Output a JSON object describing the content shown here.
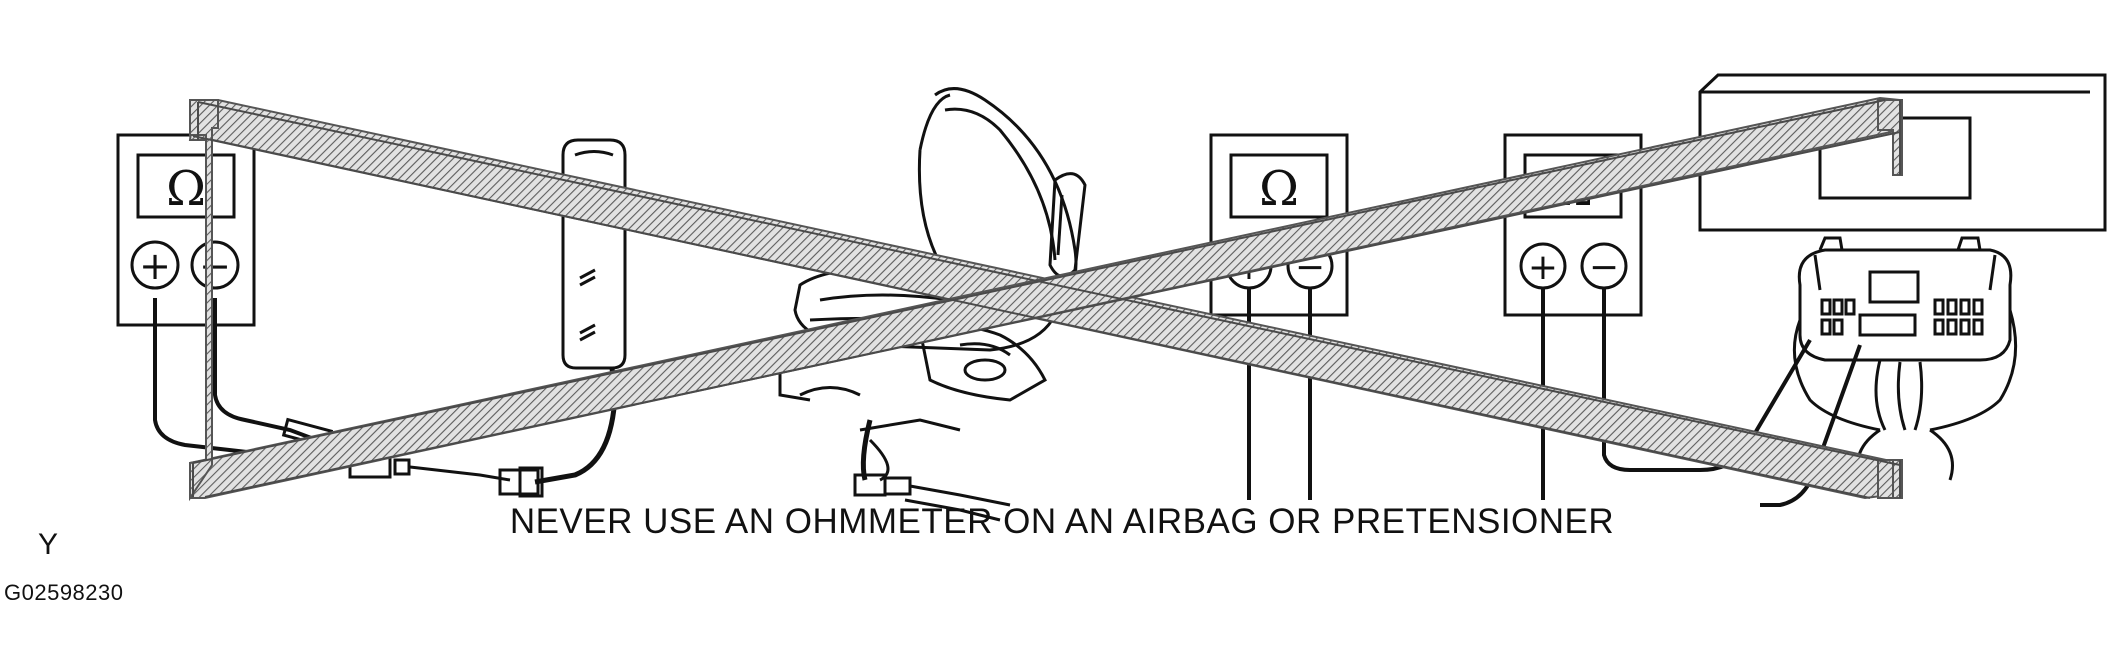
{
  "caption": "NEVER USE AN OHMMETER ON AN AIRBAG OR PRETENSIONER",
  "corner_mark": "Y",
  "figure_id": "G02598230",
  "meter_symbol": "Ω",
  "meter_plus": "+",
  "meter_minus": "−",
  "colors": {
    "ink": "#111111",
    "cross_stroke": "#7a7a7a",
    "cross_fill": "#bdbdbd"
  },
  "icons": [
    "ohmmeter-icon",
    "airbag-module-icon",
    "seat-belt-pretensioner-icon",
    "ecu-connector-icon",
    "prohibition-cross-icon"
  ]
}
